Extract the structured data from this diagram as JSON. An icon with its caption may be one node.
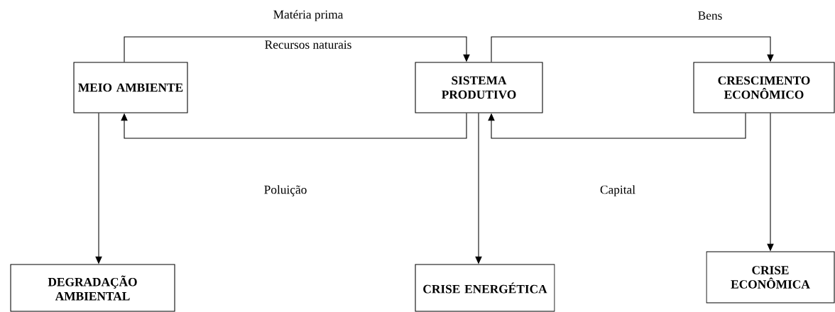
{
  "diagram": {
    "nodes": [
      {
        "text": [
          "MEIO AMBIENTE"
        ]
      },
      {
        "text": [
          "SISTEMA PRODUTIVO"
        ]
      },
      {
        "text": [
          "CRESCIMENTO ECONÔMICO"
        ]
      },
      {
        "text": [
          "DEGRADAÇÃO AMBIENTAL"
        ]
      },
      {
        "text": [
          "CRISE ENERGÉTICA"
        ]
      },
      {
        "text": [
          "CRISE ECONÔMICA"
        ]
      }
    ],
    "edges": [
      {
        "from": 0,
        "to": 1,
        "arrow": "to",
        "label": "Matéria prima"
      },
      {
        "from": 1,
        "to": 0,
        "arrow": "to",
        "label": "Poluição"
      },
      {
        "from": 1,
        "to": 2,
        "arrow": "to",
        "label": "Bens"
      },
      {
        "from": 2,
        "to": 1,
        "arrow": "to",
        "label": "Capital"
      },
      {
        "from": 0,
        "to": 3,
        "arrow": "to"
      },
      {
        "from": 1,
        "to": 4,
        "arrow": "to"
      },
      {
        "from": 2,
        "to": 5,
        "arrow": "to"
      }
    ],
    "labels": [
      "Recursos naturais"
    ]
  }
}
